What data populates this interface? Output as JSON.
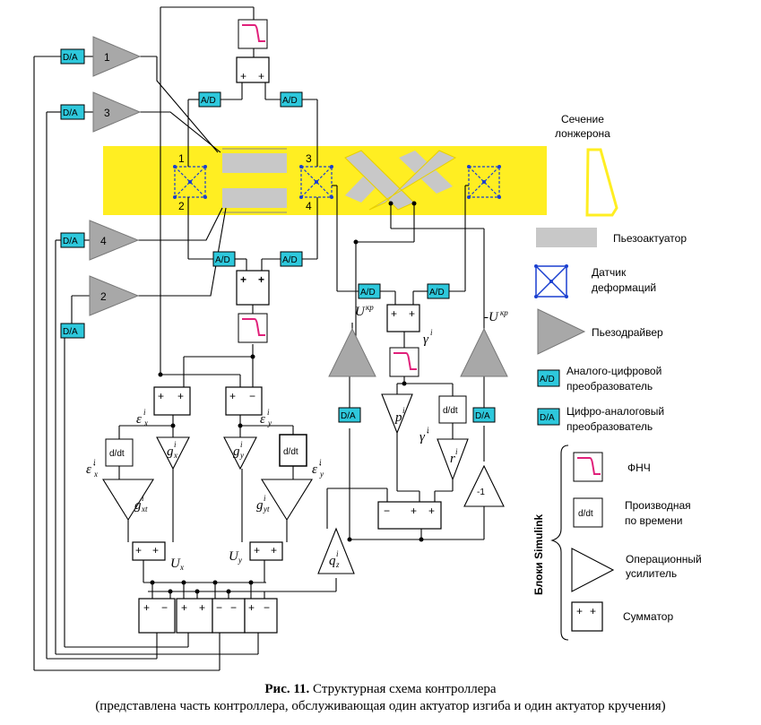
{
  "labels": {
    "spar_section": [
      "Сечение",
      "лонжерона"
    ],
    "legend": {
      "piezo_actuator": "Пьезоактуатор",
      "strain_sensor": [
        "Датчик",
        "деформаций"
      ],
      "piezo_driver": "Пьезодрайвер",
      "adc": [
        "Аналого-цифровой",
        "преобразователь"
      ],
      "dac": [
        "Цифро-аналоговый",
        "преобразователь"
      ],
      "simulink_group": "Блоки Simulink",
      "lpf": "ФНЧ",
      "derivative": [
        "Производная",
        "по времени"
      ],
      "opamp": [
        "Операционный",
        "усилитель"
      ],
      "summator": "Сумматор"
    },
    "block": {
      "da": "D/A",
      "ad": "A/D",
      "ddt": "d/dt",
      "minus_one": "-1",
      "plus": "+",
      "minus": "−"
    },
    "amp_numbers": [
      "1",
      "3",
      "4",
      "2"
    ],
    "sensor_numbers": [
      "1",
      "2",
      "3",
      "4"
    ],
    "symbols": {
      "eps_x": "ε",
      "eps_x_sup": "i",
      "eps_x_sub": "x",
      "eps_y": "ε",
      "eps_y_sup": "i",
      "eps_y_sub": "y",
      "eps_dot_x": "ε̇",
      "eps_dot_x_sup": "i",
      "eps_dot_x_sub": "x",
      "eps_dot_y": "ε̇",
      "eps_dot_y_sup": "i",
      "eps_dot_y_sub": "y",
      "g_x": "g",
      "g_x_sup": "i",
      "g_x_sub": "x",
      "g_y": "g",
      "g_y_sup": "i",
      "g_y_sub": "y",
      "g_xt": "g",
      "g_xt_sup": "i",
      "g_xt_sub": "xt",
      "g_yt": "g",
      "g_yt_sup": "i",
      "g_yt_sub": "yt",
      "u_x": "U",
      "u_x_sub": "x",
      "u_y": "U",
      "u_y_sub": "y",
      "q_z": "q",
      "q_z_sup": "i",
      "q_z_sub": "z",
      "u_kr": "U",
      "u_kr_sup": "кр",
      "u_kr_neg": "-U",
      "u_kr_neg_sup": "кр",
      "gamma": "γ",
      "gamma_sup": "i",
      "gamma_dot": "γ̇",
      "gamma_dot_sup": "i",
      "p": "p",
      "p_sup": "i",
      "r": "r",
      "r_sup": "i"
    }
  },
  "caption": {
    "fig": "Рис. 11.",
    "title": " Структурная схема контроллера",
    "subtitle": "(представлена часть контроллера, обслуживающая один актуатор изгиба и один актуатор кручения)"
  },
  "colors": {
    "spar": "#ffee22",
    "block_cyan": "#2ec8dc",
    "actuator_gray": "#c8c8c8",
    "amp_gray": "#a8a8a8",
    "sensor_blue": "#1a3fd0",
    "lpf_curve": "#e0207a",
    "line": "#000000"
  }
}
